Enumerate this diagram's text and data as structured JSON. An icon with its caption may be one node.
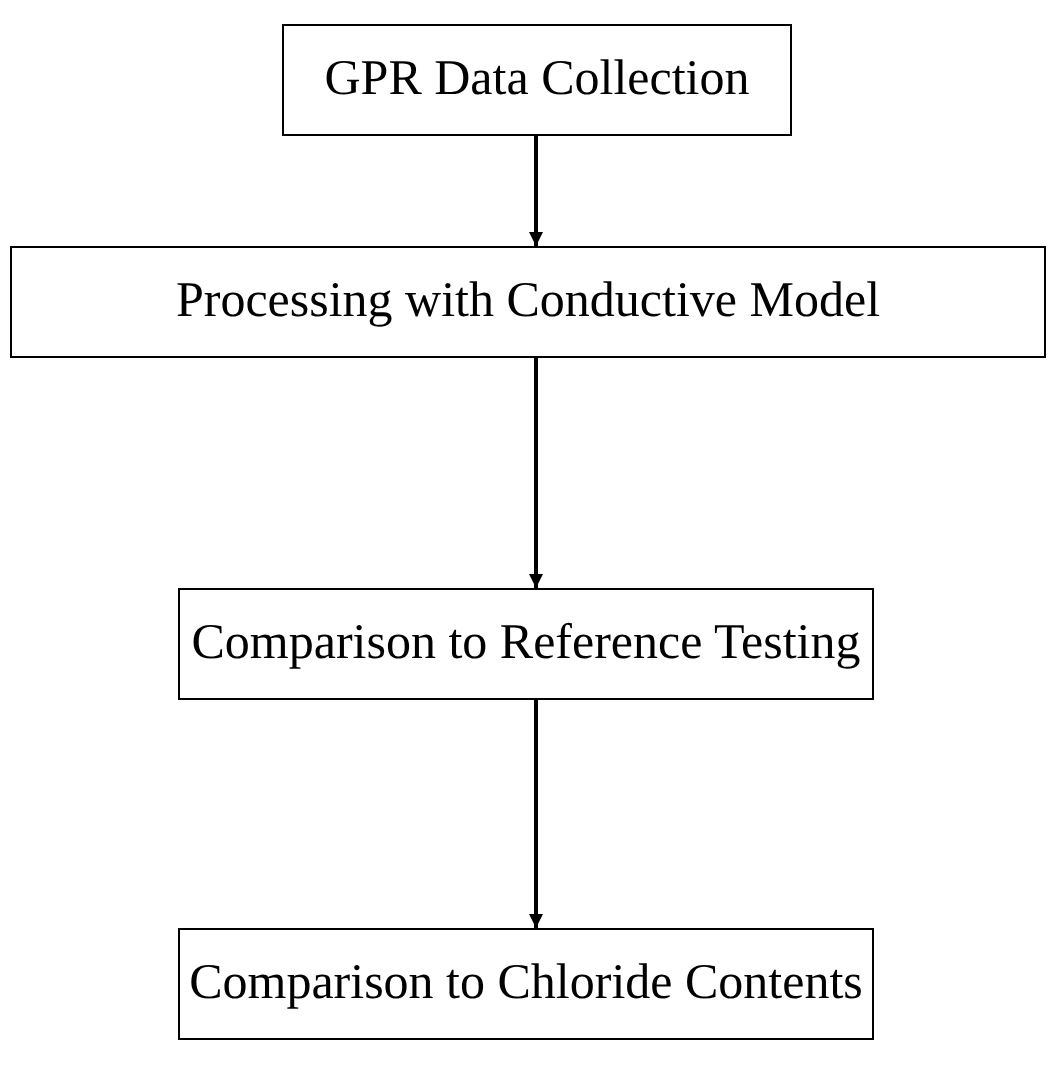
{
  "diagram": {
    "nodes": [
      {
        "text": [
          "GPR Data Collection"
        ]
      },
      {
        "text": [
          "Processing with Conductive Model"
        ]
      },
      {
        "text": [
          "Comparison to Reference Testing"
        ]
      },
      {
        "text": [
          "Comparison to Chloride Contents"
        ]
      }
    ],
    "edges": [
      {
        "from": 0,
        "to": 1,
        "arrow": "to"
      },
      {
        "from": 1,
        "to": 2,
        "arrow": "to"
      },
      {
        "from": 2,
        "to": 3,
        "arrow": "to"
      }
    ]
  }
}
